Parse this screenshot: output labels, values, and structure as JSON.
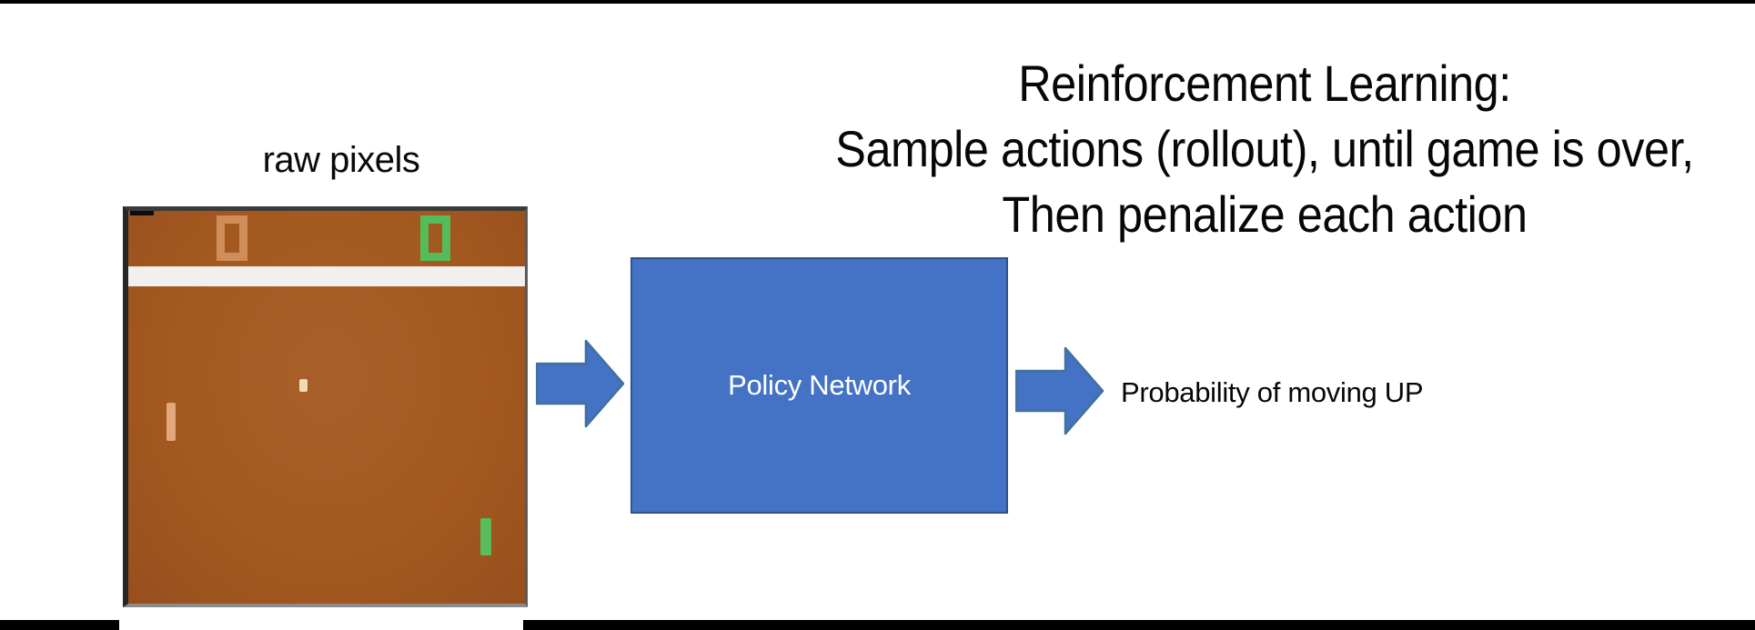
{
  "slide": {
    "title": {
      "lines": [
        "Reinforcement Learning:",
        "Sample actions (rollout), until game is over,",
        "Then penalize each action"
      ]
    },
    "raw_pixels_label": "raw pixels",
    "policy_box": {
      "label": "Policy Network"
    },
    "output_label": "Probability of moving UP",
    "game_screen": {
      "game": "Pong",
      "left_score": "0",
      "right_score": "0"
    },
    "colors": {
      "accent_blue": "#4472C4",
      "accent_blue_border": "#2F528F",
      "arrow_blue": "#4472C4",
      "pong_field_brown": "#A4591F",
      "pong_border_dark": "#3B3B3B",
      "pong_white_band": "#F1F0EE",
      "pong_left_score_orange": "#CF8D59",
      "pong_right_score_green": "#54BD59",
      "pong_left_paddle_tan": "#E2A87C",
      "pong_right_paddle_green": "#58BD5A",
      "pong_ball_cream": "#F1DBB3",
      "title_text": "#000000",
      "policy_text": "#FFFFFF",
      "top_bottom_bars": "#000000"
    }
  }
}
